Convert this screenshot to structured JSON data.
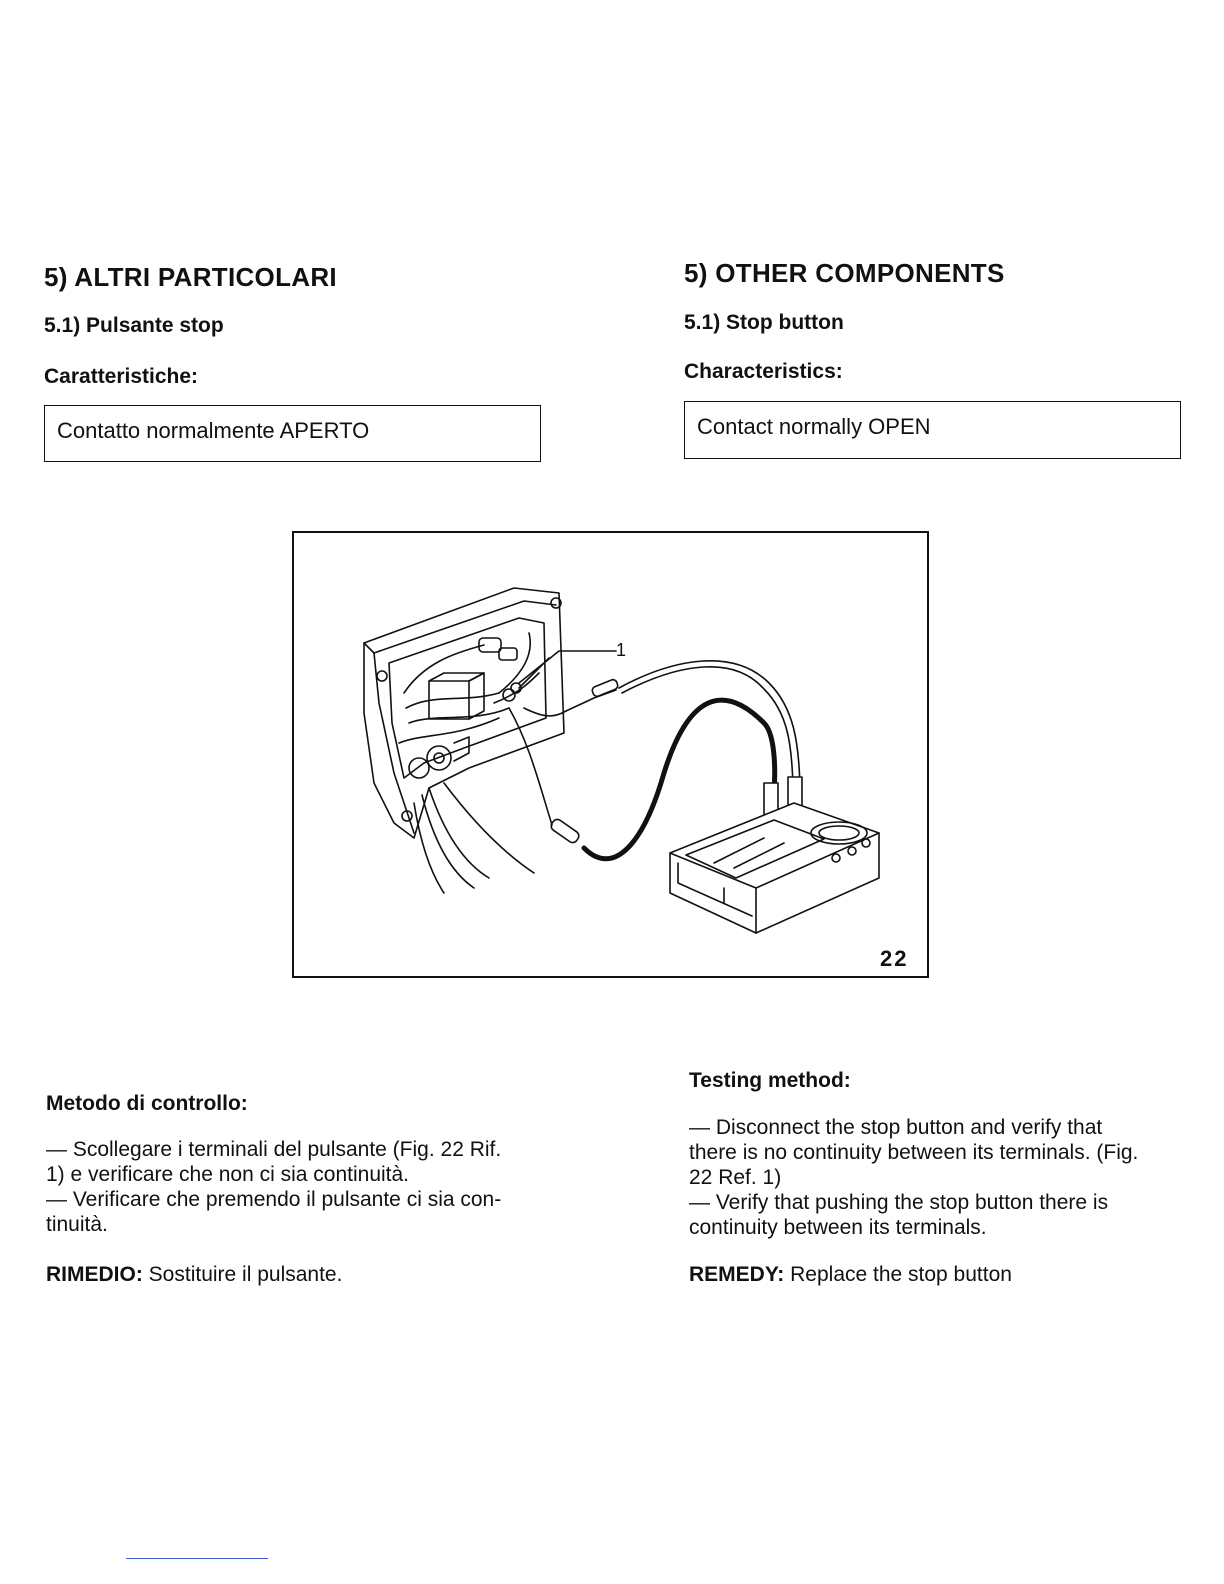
{
  "left": {
    "section_title": "5) ALTRI PARTICOLARI",
    "subsection_title": "5.1) Pulsante stop",
    "characteristics_label": "Caratteristiche:",
    "characteristics_box": "Contatto normalmente APERTO",
    "method_label": "Metodo di controllo:",
    "method_lines": [
      "— Scollegare i terminali del pulsante (Fig. 22 Rif.",
      "1) e verificare che non ci sia continuità.",
      "— Verificare che premendo il pulsante ci sia con-",
      "tinuità."
    ],
    "remedy_label": "RIMEDIO:",
    "remedy_text": "Sostituire il pulsante."
  },
  "right": {
    "section_title": "5) OTHER COMPONENTS",
    "subsection_title": "5.1) Stop button",
    "characteristics_label": "Characteristics:",
    "characteristics_box": "Contact normally OPEN",
    "method_label": "Testing method:",
    "method_lines": [
      "— Disconnect the stop button and verify that",
      "there is no continuity between its terminals. (Fig.",
      "22 Ref. 1)",
      "— Verify that pushing the stop button there is",
      "continuity between its terminals."
    ],
    "remedy_label": "REMEDY:",
    "remedy_text": "Replace the stop button"
  },
  "figure": {
    "number": "22",
    "callout": "1"
  },
  "colors": {
    "ink": "#111111",
    "footer_rule": "#3a5fcd"
  }
}
